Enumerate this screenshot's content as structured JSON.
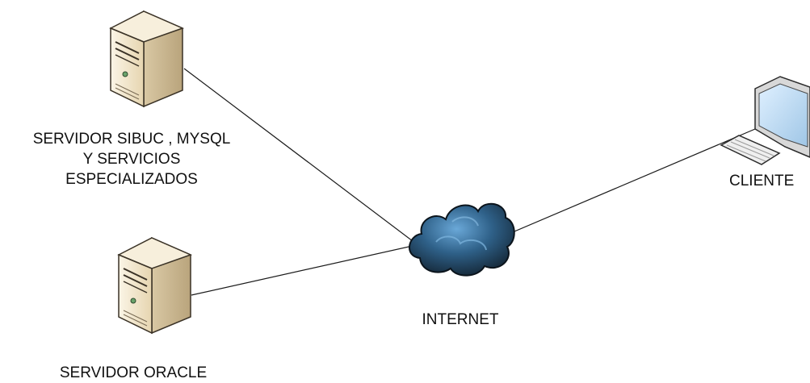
{
  "nodes": {
    "server_sibuc": {
      "icon": "server-tower-icon",
      "label_lines": [
        "SERVIDOR SIBUC , MYSQL",
        "Y SERVICIOS",
        "ESPECIALIZADOS"
      ]
    },
    "server_oracle": {
      "icon": "server-tower-icon",
      "label": "SERVIDOR ORACLE"
    },
    "internet": {
      "icon": "cloud-icon",
      "label": "INTERNET"
    },
    "client": {
      "icon": "computer-workstation-icon",
      "label": "CLIENTE"
    }
  },
  "connections": [
    {
      "from": "server_sibuc",
      "to": "internet"
    },
    {
      "from": "server_oracle",
      "to": "internet"
    },
    {
      "from": "internet",
      "to": "client"
    }
  ],
  "colors": {
    "server_face": "#efe3c6",
    "server_side": "#cdbb97",
    "server_top": "#f7efdc",
    "cloud_dark": "#14232f",
    "cloud_light": "#4f90c0",
    "line": "#1a1a1a",
    "text": "#111111"
  }
}
